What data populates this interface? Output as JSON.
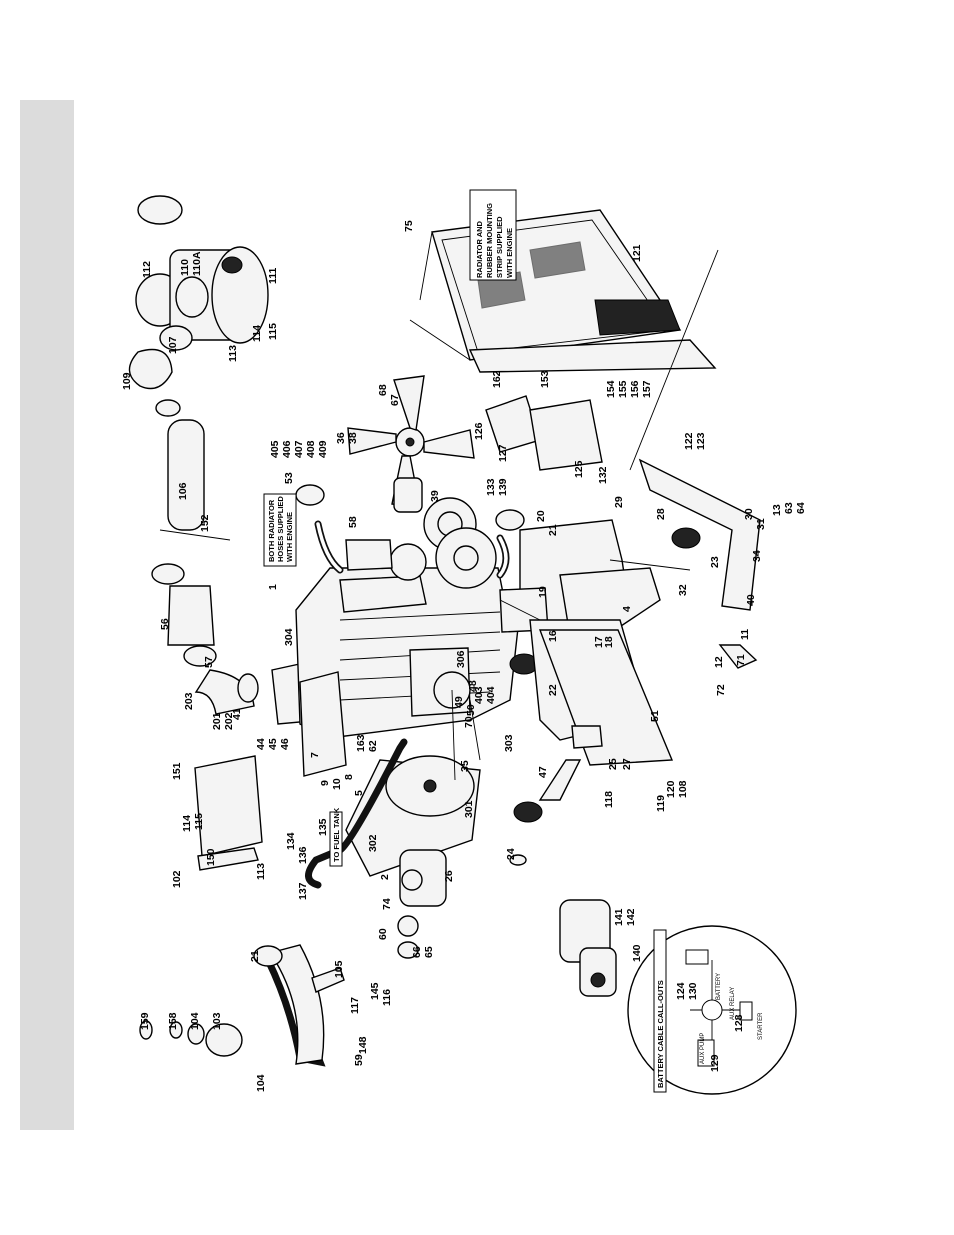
{
  "callouts": {
    "radiator_note": [
      "RADIATOR AND",
      "RUBBER MOUNTING",
      "STRIP SUPPLIED",
      "WITH ENGINE"
    ],
    "hoses_note": [
      "BOTH RADIATOR",
      "HOSES SUPPLIED",
      "WITH ENGINE"
    ],
    "fuel_tank_note": "TO FUEL TANK",
    "battery_title": "BATTERY CABLE CALL-OUTS",
    "battery_labels": {
      "aux_relay": "AUX RELAY",
      "battery": "BATTERY",
      "starter": "STARTER",
      "aux_pump": "AUX PUMP"
    }
  },
  "parts": [
    "75",
    "121",
    "162",
    "153",
    "154",
    "155",
    "156",
    "157",
    "112",
    "110",
    "110A",
    "111",
    "107",
    "113",
    "114",
    "115",
    "109",
    "106",
    "152",
    "56",
    "57",
    "203",
    "201",
    "202",
    "41",
    "304",
    "1",
    "405",
    "406",
    "407",
    "408",
    "409",
    "53",
    "58",
    "36",
    "38",
    "68",
    "67",
    "39",
    "126",
    "133",
    "139",
    "127",
    "125",
    "132",
    "122",
    "123",
    "21",
    "20",
    "29",
    "28",
    "19",
    "4",
    "30",
    "31",
    "13",
    "63",
    "64",
    "23",
    "34",
    "40",
    "32",
    "12",
    "71",
    "11",
    "72",
    "16",
    "17",
    "18",
    "22",
    "306",
    "48",
    "49",
    "50",
    "403",
    "404",
    "70",
    "303",
    "35",
    "51",
    "25",
    "27",
    "120",
    "108",
    "118",
    "119",
    "47",
    "44",
    "45",
    "46",
    "7",
    "62",
    "163",
    "8",
    "5",
    "9",
    "10",
    "151",
    "114",
    "115",
    "150",
    "102",
    "113",
    "134",
    "135",
    "136",
    "137",
    "302",
    "301",
    "2",
    "26",
    "24",
    "74",
    "60",
    "66",
    "65",
    "141",
    "142",
    "140",
    "124",
    "130",
    "128",
    "129",
    "21",
    "105",
    "145",
    "116",
    "117",
    "148",
    "59",
    "159",
    "158",
    "104",
    "103",
    "104"
  ]
}
